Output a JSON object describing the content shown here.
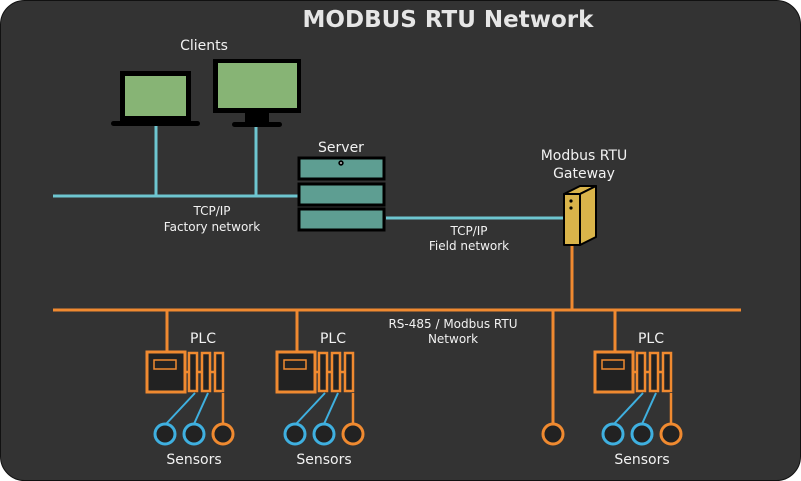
{
  "title": "MODBUS RTU Network",
  "colors": {
    "background": "#333333",
    "tcp_line": "#6ec6d0",
    "rs485_line": "#f08a30",
    "screen": "#87b475",
    "server": "#5e9e92",
    "gateway": "#d9b44a",
    "sensor_blue": "#3fb0e0",
    "sensor_orange": "#f08a30"
  },
  "labels": {
    "clients": "Clients",
    "server": "Server",
    "gateway_line1": "Modbus RTU",
    "gateway_line2": "Gateway",
    "factory_net_line1": "TCP/IP",
    "factory_net_line2": "Factory network",
    "field_net_line1": "TCP/IP",
    "field_net_line2": "Field network",
    "rs485_line1": "RS-485 / Modbus RTU",
    "rs485_line2": "Network"
  },
  "plcs": [
    {
      "label": "PLC",
      "sensors_label": "Sensors"
    },
    {
      "label": "PLC",
      "sensors_label": "Sensors"
    },
    {
      "label": "PLC",
      "sensors_label": "Sensors"
    }
  ],
  "standalone_sensor": {
    "type": "orange"
  }
}
